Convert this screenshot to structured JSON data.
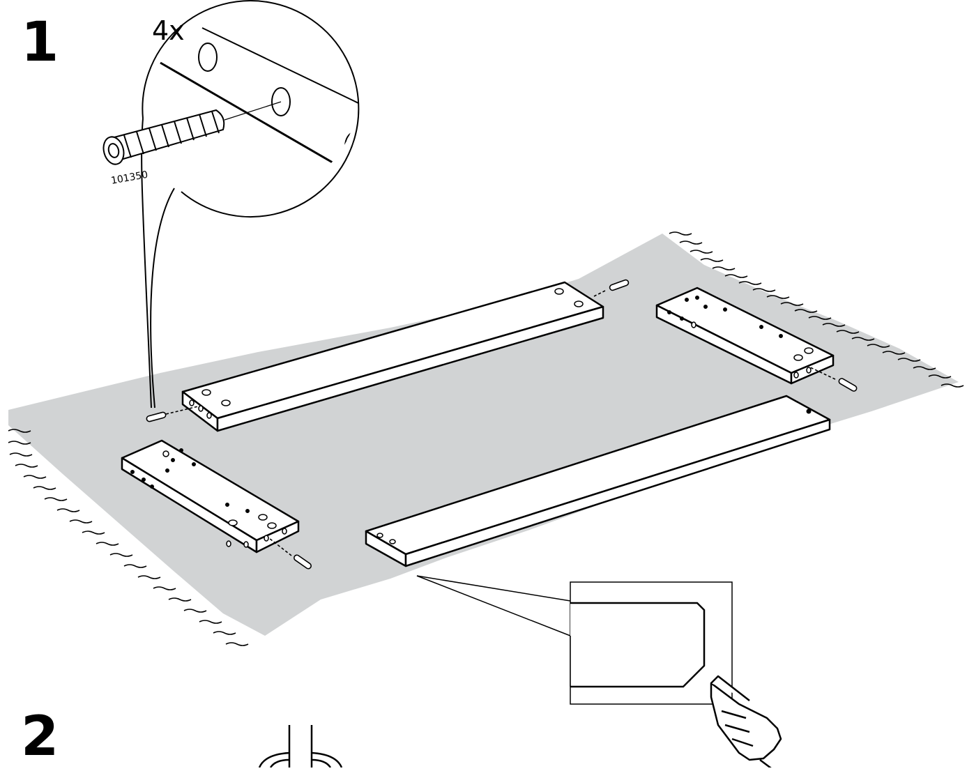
{
  "steps": [
    {
      "number": "1",
      "quantity_label": "4x",
      "part_number": "101350"
    },
    {
      "number": "2"
    }
  ],
  "colors": {
    "rug": "#d1d3d4",
    "line": "#000000",
    "board": "#ffffff"
  },
  "icons": [
    "dowel-icon",
    "pointing-hand-icon",
    "magnifier-callout-icon"
  ]
}
